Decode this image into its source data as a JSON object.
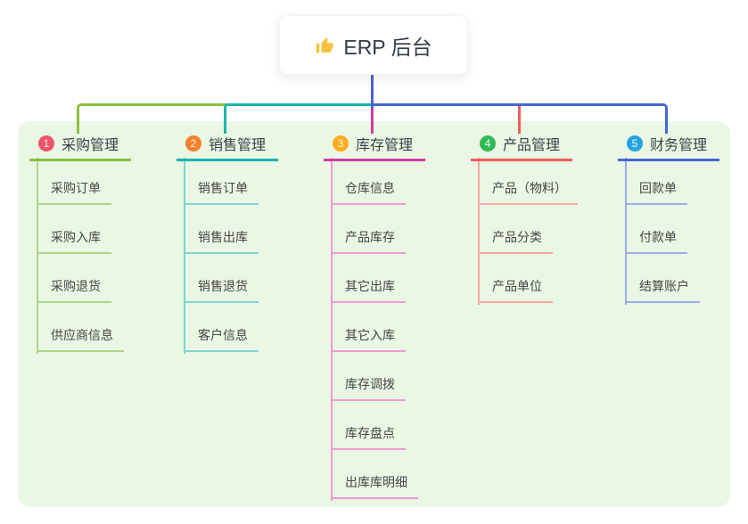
{
  "root": {
    "title": "ERP 后台",
    "icon": "thumbs-up-icon",
    "icon_color": "#F9C23C"
  },
  "colors": {
    "canvas_bg": "#FFFFFF",
    "panel_bg": "#EAF7E5",
    "root_line": "#4A63D4",
    "title_text": "#333A45",
    "header_text": "#3A3F46",
    "child_text": "#454545"
  },
  "branches": [
    {
      "num": "1",
      "label": "采购管理",
      "line_color": "#8CBE3F",
      "light_color": "#AFD582",
      "badge_color": "#EE5368",
      "children": [
        "采购订单",
        "采购入库",
        "采购退货",
        "供应商信息"
      ]
    },
    {
      "num": "2",
      "label": "销售管理",
      "line_color": "#14B5AE",
      "light_color": "#80D6D0",
      "badge_color": "#F57E2C",
      "children": [
        "销售订单",
        "销售出库",
        "销售退货",
        "客户信息"
      ]
    },
    {
      "num": "3",
      "label": "库存管理",
      "line_color": "#D23CA2",
      "light_color": "#EE9BD1",
      "badge_color": "#FFAD1F",
      "children": [
        "仓库信息",
        "产品库存",
        "其它出库",
        "其它入库",
        "库存调拨",
        "库存盘点",
        "出库库明细"
      ]
    },
    {
      "num": "4",
      "label": "产品管理",
      "line_color": "#F15B5B",
      "light_color": "#F8A8A4",
      "badge_color": "#31B857",
      "children": [
        "产品（物料）",
        "产品分类",
        "产品单位"
      ]
    },
    {
      "num": "5",
      "label": "财务管理",
      "line_color": "#4666D2",
      "light_color": "#9BAEE8",
      "badge_color": "#25A3DE",
      "children": [
        "回款单",
        "付款单",
        "结算账户"
      ]
    }
  ]
}
